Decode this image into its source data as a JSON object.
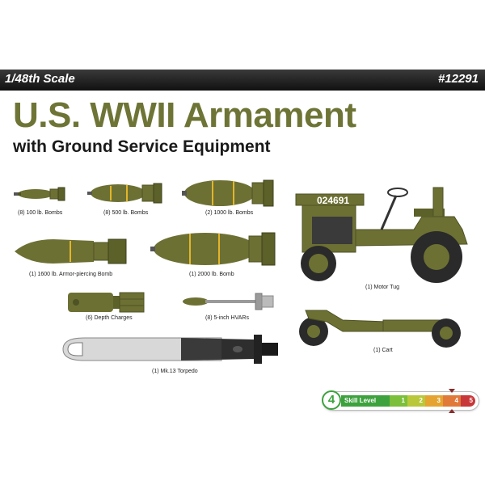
{
  "header": {
    "scale": "1/48th Scale",
    "kit_number": "#12291"
  },
  "title": "U.S. WWII Armament",
  "subtitle": "with Ground Service Equipment",
  "items": [
    {
      "label": "(8) 100 lb. Bombs"
    },
    {
      "label": "(8) 500 lb. Bombs"
    },
    {
      "label": "(2) 1000 lb. Bombs"
    },
    {
      "label": "(1) 1600 lb. Armor-piercing Bomb"
    },
    {
      "label": "(1) 2000 lb. Bomb"
    },
    {
      "label": "(6) Depth Charges"
    },
    {
      "label": "(8) 5-inch HVARs"
    },
    {
      "label": "(1) Mk.13 Torpedo"
    },
    {
      "label": "(1) Motor Tug"
    },
    {
      "label": "(1) Cart"
    }
  ],
  "tug_serial": "024691",
  "skill": {
    "level": "4",
    "label": "Skill Level",
    "scale": [
      "1",
      "2",
      "3",
      "4",
      "5"
    ],
    "colors": [
      "#7bbf3a",
      "#b9c83a",
      "#e5a431",
      "#e07a3a",
      "#c8373a"
    ]
  },
  "colors": {
    "olive": "#6e7435",
    "ordnance": "#6d7033",
    "ordnance_dark": "#4e5224",
    "stripe": "#e2b629"
  }
}
